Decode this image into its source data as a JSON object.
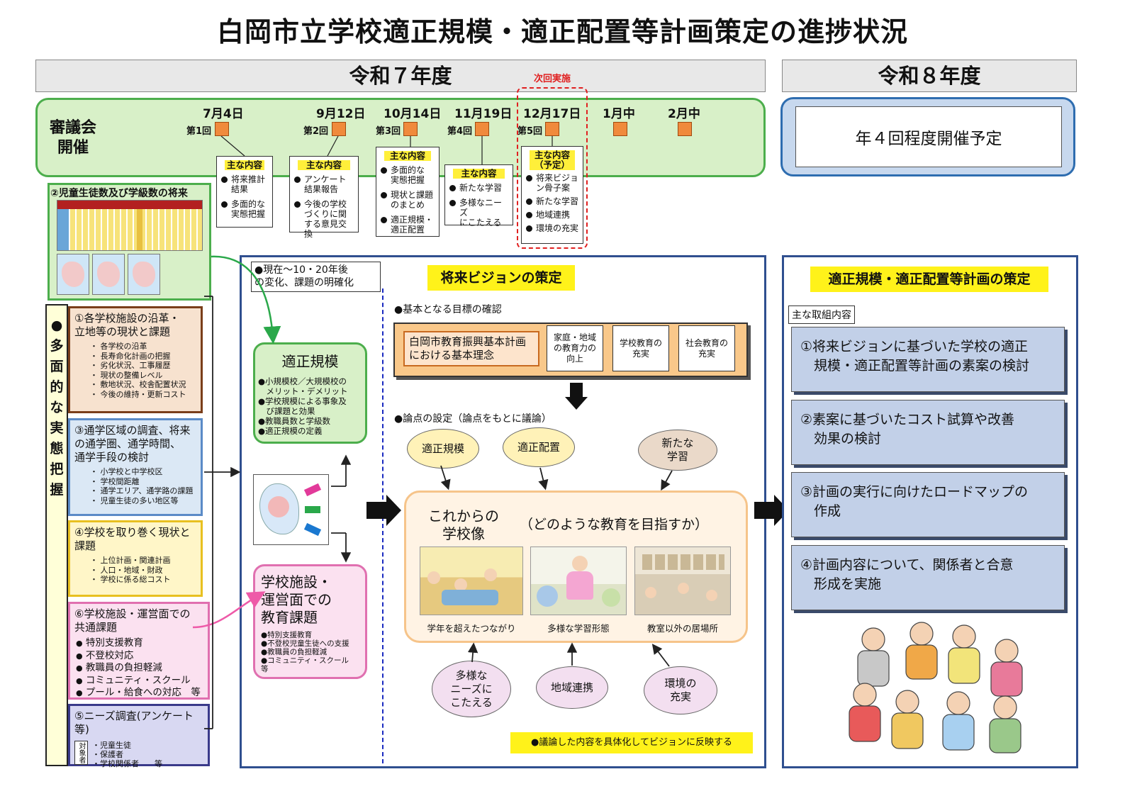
{
  "title": "白岡市立学校適正規模・適正配置等計画策定の進捗状況",
  "years": {
    "r7": "令和７年度",
    "r8": "令和８年度"
  },
  "council": {
    "label": "審議会\n開催",
    "next_label": "次回実施",
    "meetings": [
      {
        "date": "7月4日",
        "no": "第1回"
      },
      {
        "date": "9月12日",
        "no": "第2回"
      },
      {
        "date": "10月14日",
        "no": "第3回"
      },
      {
        "date": "11月19日",
        "no": "第4回"
      },
      {
        "date": "12月17日",
        "no": "第5回"
      },
      {
        "date": "1月中",
        "no": ""
      },
      {
        "date": "2月中",
        "no": ""
      }
    ],
    "cards": [
      {
        "head": "主な内容",
        "items": [
          "将来推計\n結果",
          "多面的な\n実態把握"
        ]
      },
      {
        "head": "主な内容",
        "items": [
          "アンケート\n結果報告",
          "今後の学校\nづくりに関\nする意見交換"
        ]
      },
      {
        "head": "主な内容",
        "items": [
          "多面的な\n実態把握",
          "現状と課題\nのまとめ",
          "適正規模・\n適正配置"
        ]
      },
      {
        "head": "主な内容",
        "items": [
          "新たな学習",
          "多様なニーズ\nにこたえる"
        ]
      },
      {
        "head": "主な内容\n（予定）",
        "items": [
          "将来ビジョ\nン骨子案",
          "新たな学習",
          "地域連携",
          "環境の充実"
        ]
      }
    ],
    "r8_plan": "年４回程度開催予定"
  },
  "left": {
    "forecast_title": "②児童生徒数及び学級数の将来",
    "vertical": [
      "●",
      "多",
      "面",
      "的",
      "な",
      "実",
      "態",
      "把",
      "握"
    ],
    "box1": {
      "head": "①各学校施設の沿革・\n立地等の現状と課題",
      "items": "・ 各学校の沿革\n・ 長寿命化計画の把握\n・ 劣化状況、工事履歴\n・ 現状の整備レベル\n・ 敷地状況、校舎配置状況\n・ 今後の維持・更新コスト"
    },
    "box3": {
      "head": "③通学区域の調査、将来\nの通学圏、通学時間、\n通学手段の検討",
      "items": "・ 小学校と中学校区\n・ 学校間距離\n・ 通学エリア、通学路の課題\n・ 児童生徒の多い地区等"
    },
    "box4": {
      "head": "④学校を取り巻く現状と\n課題",
      "items": "・ 上位計画・関連計画\n・ 人口・地域・財政\n・ 学校に係る総コスト"
    },
    "box6": {
      "head": "⑥学校施設・運営面での\n共通課題",
      "items": [
        "特別支援教育",
        "不登校対応",
        "教職員の負担軽減",
        "コミュニティ・スクール",
        "プール・給食への対応　等"
      ]
    },
    "box5": {
      "head": "⑤ニーズ調査(アンケート等)",
      "target": "対象者",
      "items": "・児童生徒\n・保護者\n・学校関係者　　等"
    }
  },
  "middle": {
    "change_title": "●現在～10・20年後\nの変化、課題の明確化",
    "vision_title": "将来ビジョンの策定",
    "tekisei": {
      "head": "適正規模",
      "items": "●小規模校／大規模校の\n　メリット・デメリット\n●学校規模による事象及\n　び課題と効果\n●教職員数と学級数\n●適正規模の定義"
    },
    "facility": {
      "head": "学校施設・\n運営面での\n教育課題",
      "items": "●特別支援教育\n●不登校児童生徒への支援\n●教職員の負担軽減\n●コミュニティ・スクール\n等"
    },
    "goal_title": "●基本となる目標の確認",
    "goals": [
      "白岡市教育振興基本計画\nにおける基本理念",
      "家庭・地域\nの教育力の\n向上",
      "学校教育の\n充実",
      "社会教育の\n充実"
    ],
    "issues_title": "●論点の設定（論点をもとに議論）",
    "top_ovals": [
      "適正規模",
      "適正配置",
      "新たな\n学習"
    ],
    "future_title": "これからの\n学校像",
    "future_sub": "（どのような教育を目指すか）",
    "photos": [
      "学年を超えたつながり",
      "多様な学習形態",
      "教室以外の居場所"
    ],
    "bottom_ovals": [
      "多様な\nニーズに\nこたえる",
      "地域連携",
      "環境の\n充実"
    ],
    "reflect_note": "●議論した内容を具体化してビジョンに反映する"
  },
  "right": {
    "title": "適正規模・適正配置等計画の策定",
    "sub": "主な取組内容",
    "steps": [
      "①将来ビジョンに基づいた学校の適正\n　規模・適正配置等計画の素案の検討",
      "②素案に基づいたコスト試算や改善\n　効果の検討",
      "③計画の実行に向けたロードマップの\n　作成",
      "④計画内容について、関係者と合意\n　形成を実施"
    ]
  },
  "colors": {
    "green": "#4cae4c",
    "blue": "#2e6db0",
    "orange": "#f08a3c",
    "yellow": "#fff21a",
    "red": "#e02020"
  }
}
